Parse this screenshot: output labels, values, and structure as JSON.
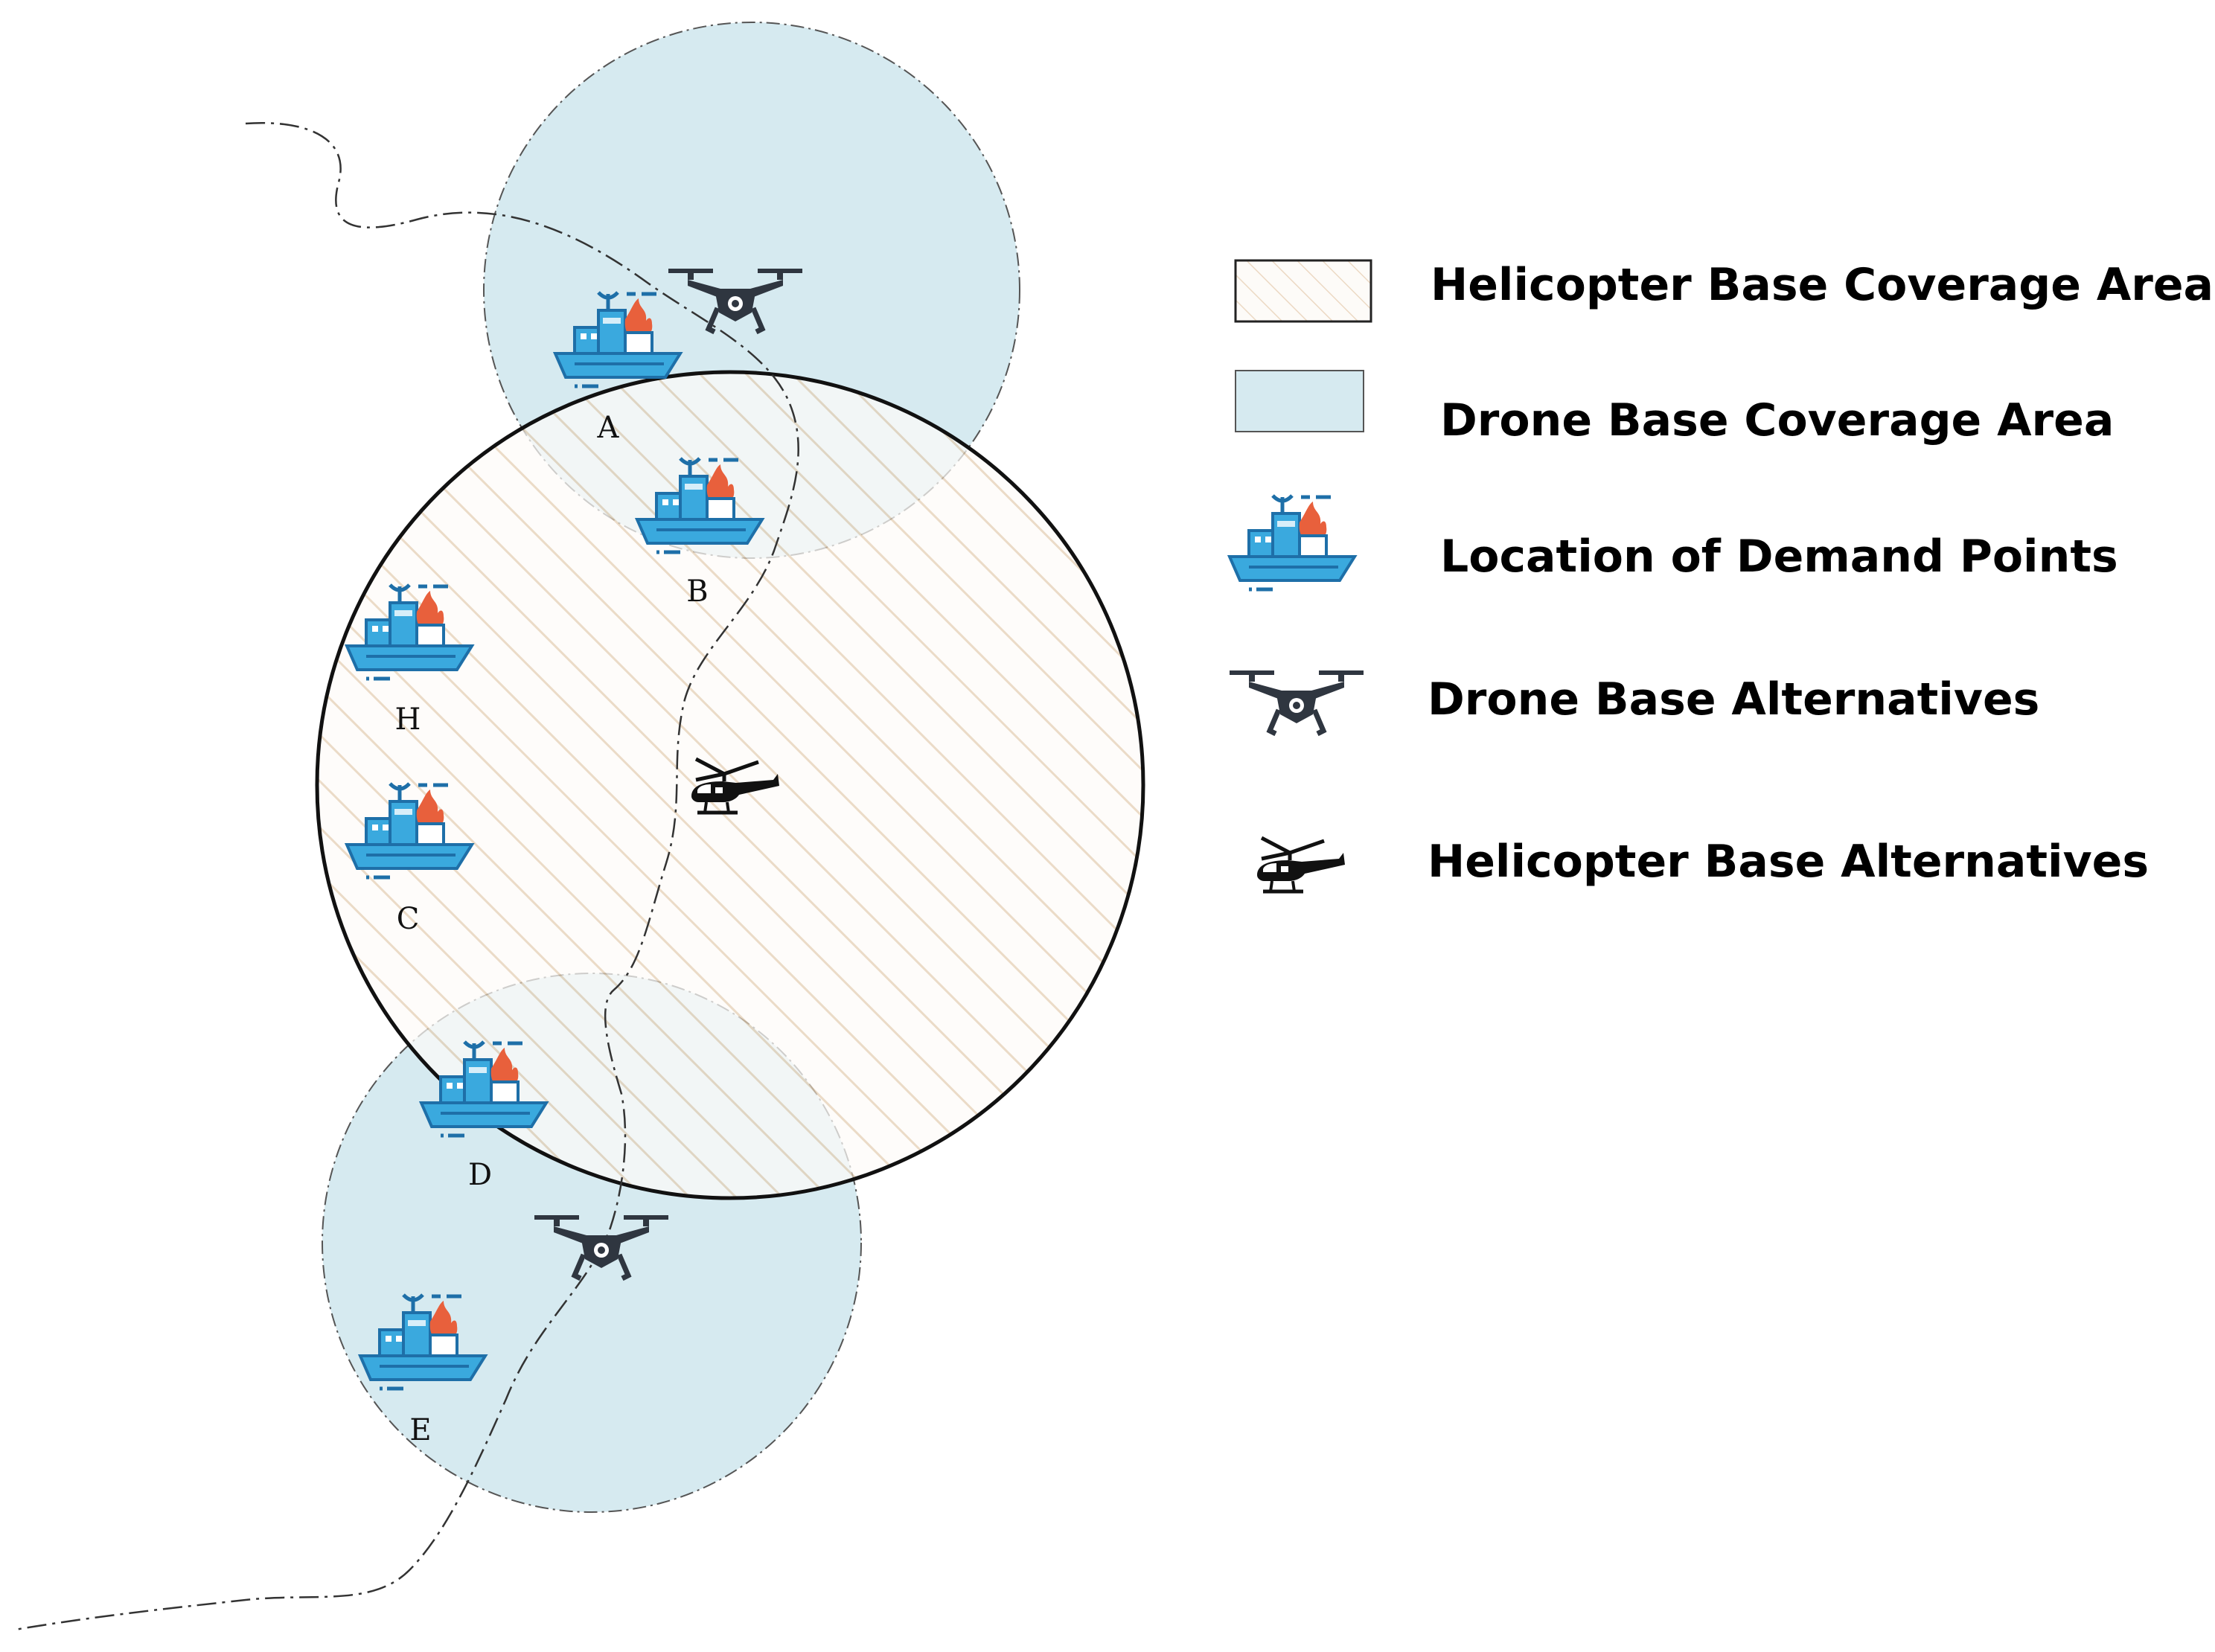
{
  "colors": {
    "drone_fill": "#d6eaf0",
    "hatch": "#e3cdb2",
    "ship_blue": "#3aa9de",
    "ship_dark": "#1e6fa8",
    "fire": "#e8603c",
    "icon_dark": "#2f3640"
  },
  "demand_points": [
    {
      "label": "A"
    },
    {
      "label": "B"
    },
    {
      "label": "H"
    },
    {
      "label": "C"
    },
    {
      "label": "D"
    },
    {
      "label": "E"
    }
  ],
  "legend": {
    "helicopter_coverage": "Helicopter Base Coverage Area",
    "drone_coverage": "Drone Base Coverage Area",
    "demand_points": "Location of Demand Points",
    "drone_bases": "Drone Base Alternatives",
    "helicopter_bases": "Helicopter Base Alternatives"
  },
  "icons": {
    "ship": "ship-on-fire-icon",
    "drone": "drone-icon",
    "helicopter": "helicopter-icon"
  }
}
